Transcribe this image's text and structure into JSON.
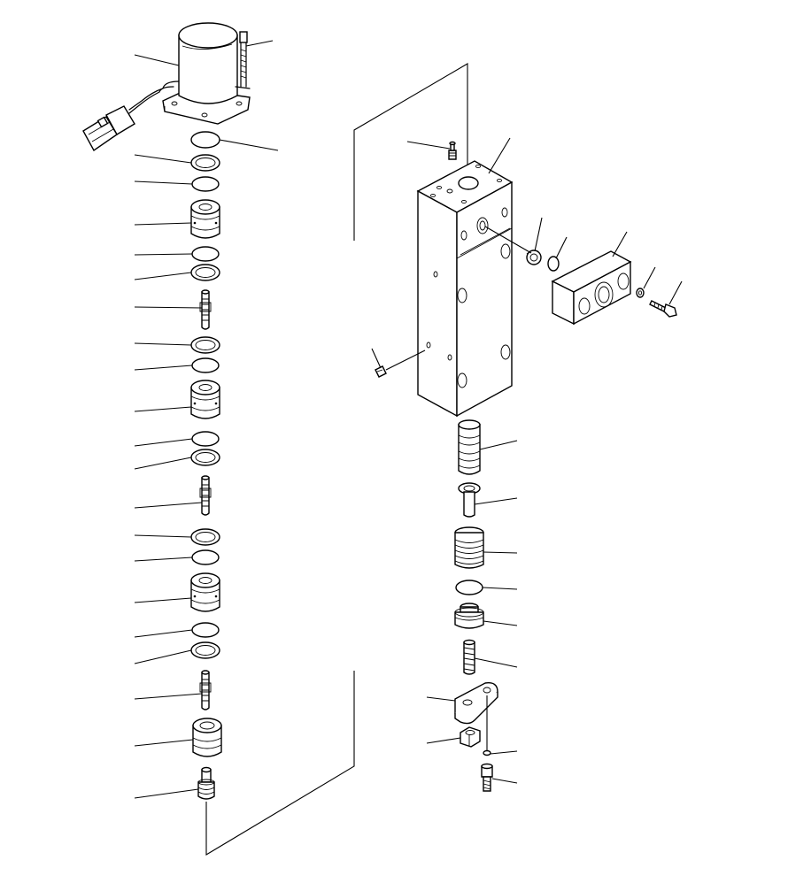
{
  "figure": {
    "description_text": "",
    "stroke_color": "#000000",
    "background_color": "#ffffff"
  },
  "parts": {
    "left_stack": [
      {
        "name": "solenoid-valve-assembly"
      },
      {
        "name": "o-ring"
      },
      {
        "name": "backup-ring"
      },
      {
        "name": "o-ring"
      },
      {
        "name": "sleeve"
      },
      {
        "name": "o-ring"
      },
      {
        "name": "backup-ring"
      },
      {
        "name": "spool"
      },
      {
        "name": "backup-ring"
      },
      {
        "name": "o-ring"
      },
      {
        "name": "sleeve"
      },
      {
        "name": "o-ring"
      },
      {
        "name": "backup-ring"
      },
      {
        "name": "spool"
      },
      {
        "name": "backup-ring"
      },
      {
        "name": "o-ring"
      },
      {
        "name": "sleeve"
      },
      {
        "name": "o-ring"
      },
      {
        "name": "backup-ring"
      },
      {
        "name": "spool"
      },
      {
        "name": "sleeve"
      },
      {
        "name": "plug"
      }
    ],
    "right_stack": [
      {
        "name": "plug-fitting"
      },
      {
        "name": "valve-body"
      },
      {
        "name": "plug"
      },
      {
        "name": "o-ring"
      },
      {
        "name": "cover"
      },
      {
        "name": "washer"
      },
      {
        "name": "bolt"
      },
      {
        "name": "plug-fitting"
      },
      {
        "name": "spool"
      },
      {
        "name": "retainer"
      },
      {
        "name": "spring"
      },
      {
        "name": "o-ring"
      },
      {
        "name": "plug"
      },
      {
        "name": "screw"
      },
      {
        "name": "bracket"
      },
      {
        "name": "nut"
      },
      {
        "name": "washer"
      },
      {
        "name": "bolt"
      }
    ]
  }
}
